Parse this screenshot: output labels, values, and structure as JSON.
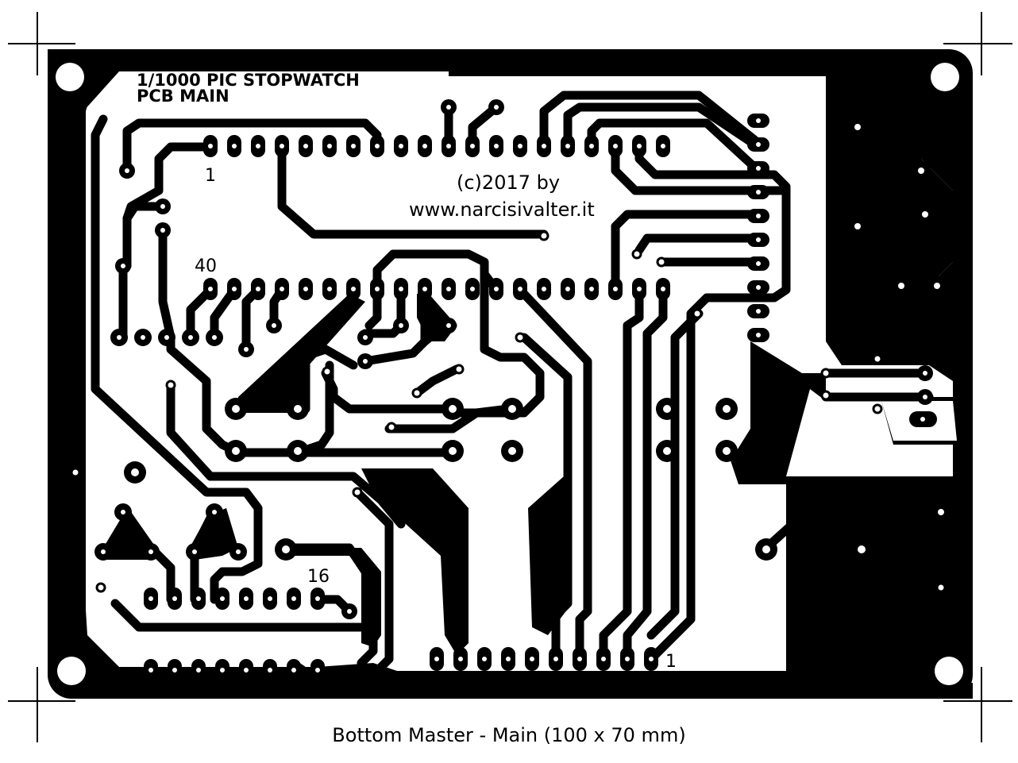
{
  "board": {
    "title_line1": "1/1000 PIC STOPWATCH",
    "title_line2": "PCB MAIN",
    "copyright_line1": "(c)2017 by",
    "copyright_line2": "www.narcisivalter.it",
    "pin_labels": {
      "ic_pin1": "1",
      "ic_pin40": "40",
      "display_pin16": "16",
      "display_pin1": "1",
      "connector_pin1": "1"
    }
  },
  "caption": "Bottom Master - Main (100 x 70 mm)",
  "colors": {
    "copper": "#000000",
    "substrate": "#ffffff"
  }
}
